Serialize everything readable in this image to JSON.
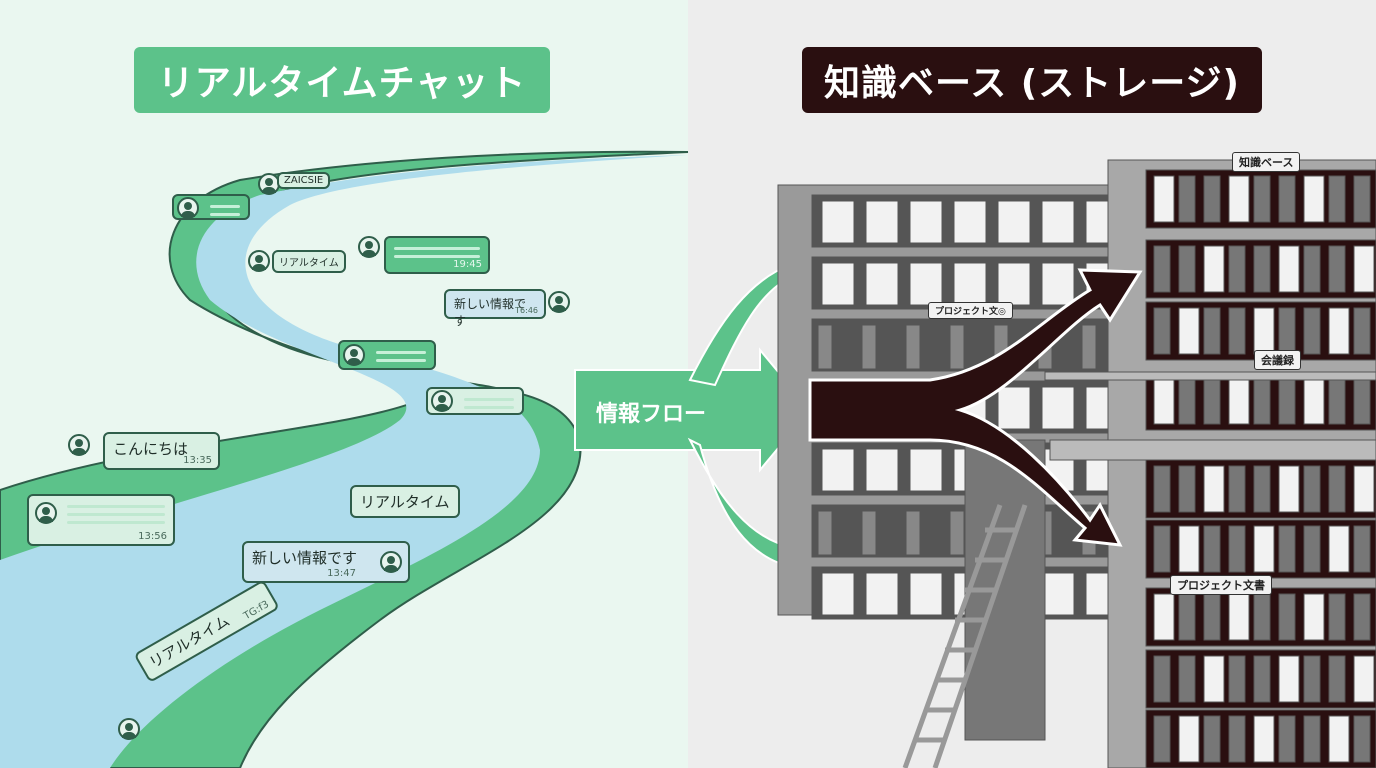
{
  "left_title": "リアルタイムチャット",
  "right_title": "知識ベース (ストレージ)",
  "flow_label": "情報フロー",
  "chat_bubbles": [
    {
      "text": "ZAICSIE"
    },
    {
      "text": "リアルタイム"
    },
    {
      "time": "19:45"
    },
    {
      "text": "新しい情報です",
      "time": "T6:46"
    },
    {
      "text": "こんにちは",
      "time": "13:35"
    },
    {
      "time": "13:56"
    },
    {
      "text": "リアルタイム"
    },
    {
      "text": "新しい情報です",
      "time": "13:47"
    },
    {
      "text": "リアルタイム",
      "time": "TG:f3"
    }
  ],
  "shelf_labels": {
    "knowledge_base": "知識ベース",
    "project_docs_1": "プロジェクト文◎",
    "minutes": "会議録",
    "project_docs_2": "プロジェクト文書"
  },
  "colors": {
    "green": "#5cc28a",
    "river": "#aedcec",
    "dark": "#2a0f10",
    "mint_bg": "#eaf7f0",
    "grey_bg": "#ededed"
  }
}
